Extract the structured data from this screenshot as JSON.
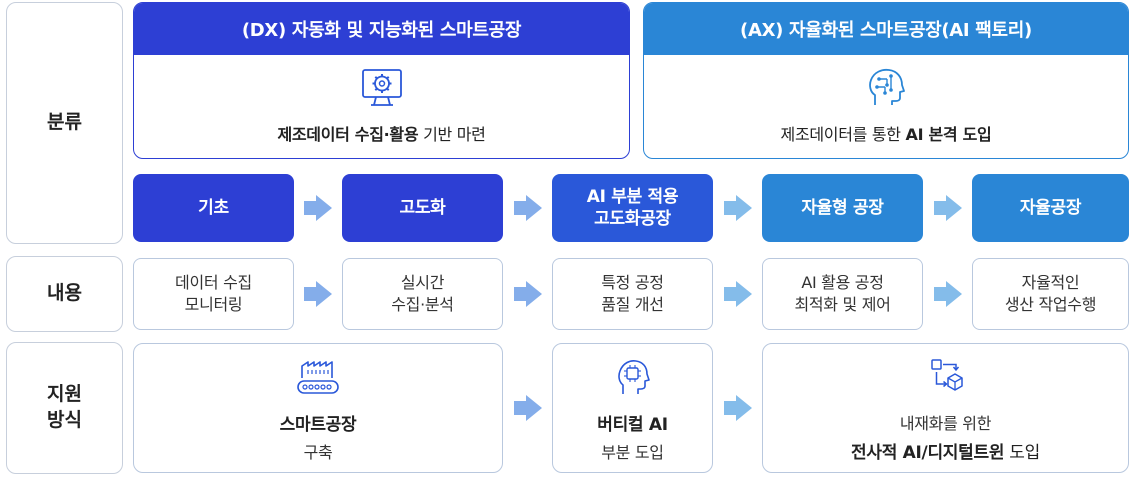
{
  "row_labels": {
    "classification": [
      "분류"
    ],
    "content": [
      "내용"
    ],
    "support": [
      "지원",
      "방식"
    ]
  },
  "panels": {
    "dx": {
      "title": "(DX) 자동화 및 지능화된 스마트공장",
      "text_bold": "제조데이터 수집·활용",
      "text_rest": " 기반 마련",
      "icon": "gear-monitor-icon",
      "color": "#2d3fd4"
    },
    "ax": {
      "title": "(AX) 자율화된 스마트공장(AI 팩토리)",
      "text_rest": "제조데이터를 통한 ",
      "text_bold": "AI 본격 도입",
      "icon": "ai-head-icon",
      "color": "#2a86d6"
    }
  },
  "stages": [
    {
      "lines": [
        "기초"
      ],
      "color": "#2d3fd4"
    },
    {
      "lines": [
        "고도화"
      ],
      "color": "#2d3fd4"
    },
    {
      "lines": [
        "AI 부분 적용",
        "고도화공장"
      ],
      "color": "#2a58d9"
    },
    {
      "lines": [
        "자율형 공장"
      ],
      "color": "#2a86d6"
    },
    {
      "lines": [
        "자율공장"
      ],
      "color": "#2a86d6"
    }
  ],
  "contents": [
    {
      "lines": [
        "데이터 수집",
        "모니터링"
      ]
    },
    {
      "lines": [
        "실시간",
        "수집·분석"
      ]
    },
    {
      "lines": [
        "특정 공정",
        "품질 개선"
      ]
    },
    {
      "lines": [
        "AI 활용 공정",
        "최적화 및 제어"
      ]
    },
    {
      "lines": [
        "자율적인",
        "생산 작업수행"
      ]
    }
  ],
  "supports": [
    {
      "title": "스마트공장",
      "sub": "구축",
      "icon": "factory-conveyor-icon"
    },
    {
      "title": "버티컬 AI",
      "sub": "부분 도입",
      "icon": "ai-chip-head-icon"
    },
    {
      "pre": "내재화를 위한",
      "title_bold": "전사적 AI/디지털트윈",
      "title_rest": " 도입",
      "icon": "digital-twin-icon"
    }
  ],
  "colors": {
    "dark_blue": "#2d3fd4",
    "mid_blue": "#2a58d9",
    "light_blue": "#2a86d6",
    "arrow": "#5b8fe3",
    "border": "#b9c8de"
  }
}
